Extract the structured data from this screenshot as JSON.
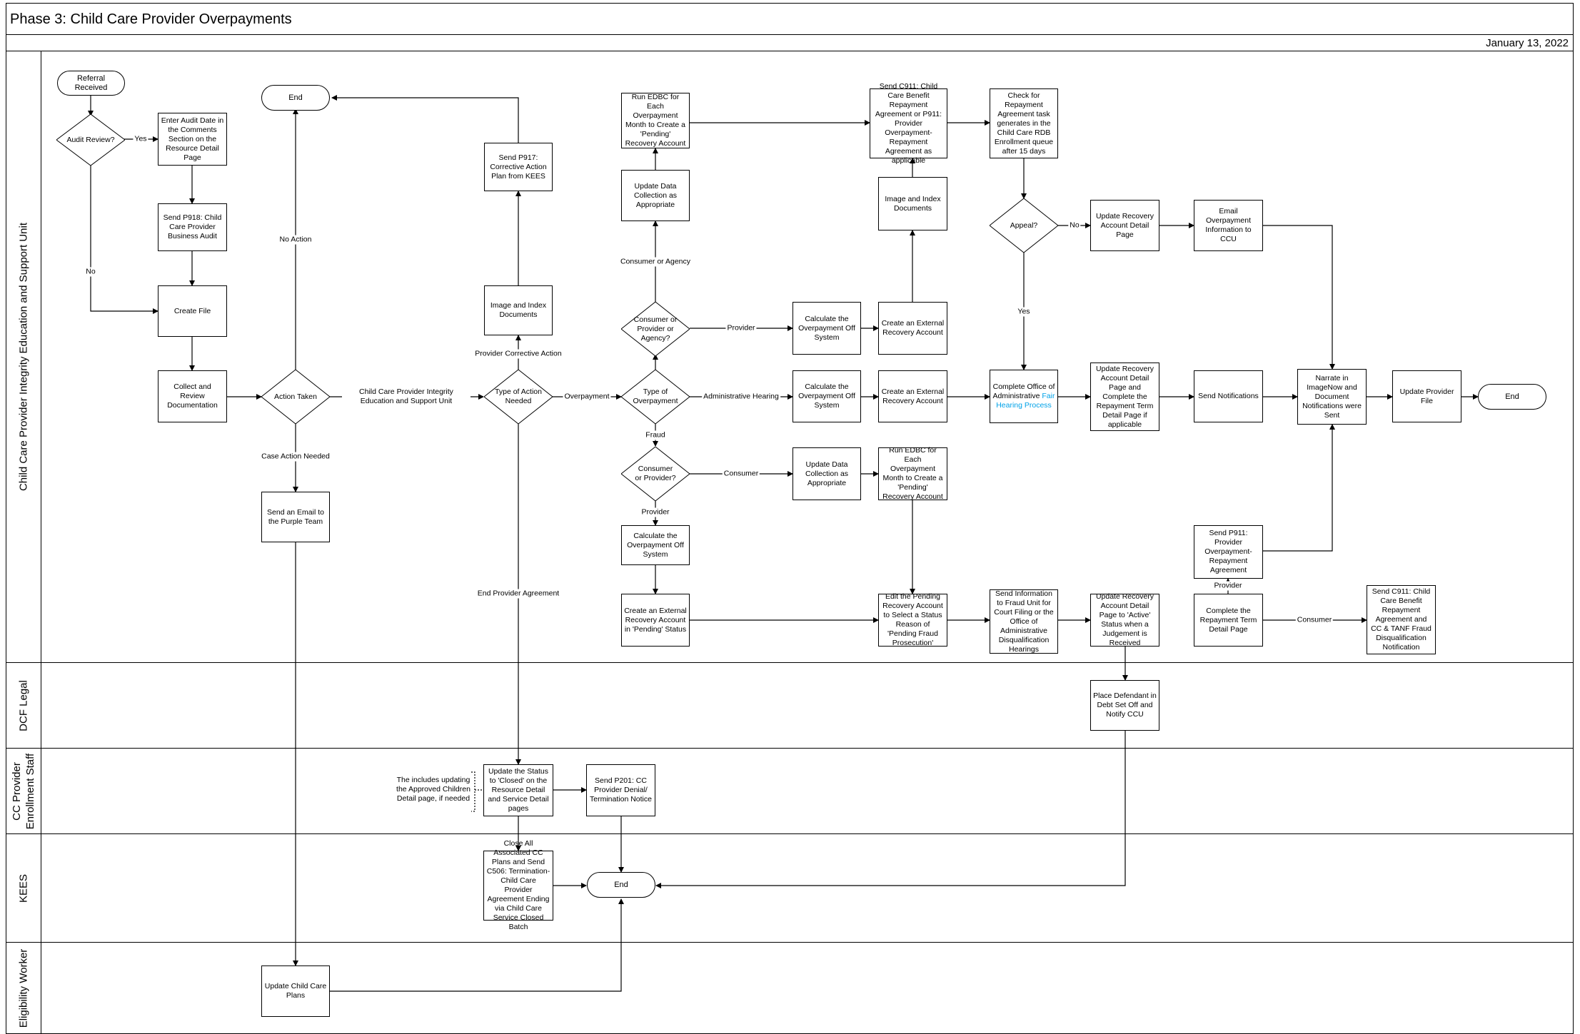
{
  "title": "Phase 3: Child Care Provider Overpayments",
  "date": "January 13, 2022",
  "lanes": {
    "l1": "Child Care Provider Integrity Education and Support Unit",
    "l2": "DCF Legal",
    "l3a": "CC Provider",
    "l3b": "Enrollment Staff",
    "l4": "KEES",
    "l5": "Eligibility Worker"
  },
  "nodes": {
    "referral": "Referral Received",
    "audit_review": "Audit Review?",
    "enter_audit": "Enter Audit Date in the Comments Section on the Resource Detail Page",
    "send_p918": "Send P918: Child Care Provider Business Audit",
    "create_file": "Create File",
    "collect_review": "Collect and Review Documentation",
    "end_top": "End",
    "action_taken": "Action Taken",
    "send_email_purple": "Send an Email to the Purple Team",
    "type_action": "Type of  Action Needed",
    "image_index_1": "Image and Index Documents",
    "send_p917": "Send P917: Corrective Action Plan from KEES",
    "type_overpayment": "Type of Overpayment",
    "consumer_provider_agency": "Consumer or Provider or Agency?",
    "update_dc_1": "Update Data Collection as Appropriate",
    "run_edbc_1": "Run EDBC for Each Overpayment Month to Create a 'Pending' Recovery Account",
    "consumer_or_provider": "Consumer or Provider?",
    "calc_off_3": "Calculate the Overpayment Off System",
    "create_ext_pending": "Create an External Recovery Account in 'Pending' Status",
    "calc_off_1": "Calculate the Overpayment Off System",
    "calc_off_2": "Calculate the Overpayment Off System",
    "update_dc_2": "Update Data Collection as Appropriate",
    "create_ext_1": "Create an External Recovery Account",
    "create_ext_2": "Create an External Recovery Account",
    "image_index_2": "Image and Index Documents",
    "send_c911_top": "Send C911: Child Care Benefit Repayment Agreement or P911: Provider Overpayment-Repayment Agreement as applicable",
    "run_edbc_2": "Run EDBC for Each Overpayment Month to Create a 'Pending' Recovery Account",
    "edit_pending": "Edit the Pending Recovery Account to Select a Status Reason of 'Pending Fraud Prosecution'",
    "check_repayment": "Check for Repayment Agreement task generates in the Child Care RDB Enrollment queue after 15 days",
    "appeal": "Appeal?",
    "oah_text": "Complete Office of Administrative",
    "oah_link": "Fair Hearing Process",
    "send_info_fraud": "Send Information to Fraud Unit for Court Filing or the Office of Administrative Disqualification Hearings",
    "update_rad_1": "Update Recovery Account Detail Page",
    "update_rad_2": "Update Recovery Account Detail Page and Complete the Repayment Term Detail Page if applicable",
    "update_rad_3": "Update Recovery Account Detail Page to 'Active' Status when  a Judgement is Received",
    "email_ccu": "Email Overpayment Information to CCU",
    "send_notifications": "Send Notifications",
    "send_p911": "Send P911: Provider Overpayment-Repayment Agreement",
    "complete_rt": "Complete the Repayment Term Detail Page",
    "narrate": "Narrate in ImageNow  and Document Notifications were Sent",
    "send_c911_bottom": "Send C911: Child Care Benefit Repayment Agreement and CC & TANF Fraud Disqualification Notification",
    "update_provider": "Update Provider File",
    "end_right": "End",
    "place_defendant": "Place Defendant in Debt Set Off and Notify CCU",
    "update_status_closed": "Update the Status to 'Closed' on the Resource Detail and Service Detail pages",
    "send_p201": "Send P201: CC Provider Denial/ Termination Notice",
    "close_plans": "Close All Associated CC Plans and Send C506: Termination-Child Care Provider Agreement Ending via Child Care Service Closed Batch",
    "end_kees": "End",
    "update_cc_plans": "Update Child Care Plans"
  },
  "annotation": "The includes updating the Approved Children Detail page, if needed",
  "edge_labels": {
    "yes_audit": "Yes",
    "no_audit": "No",
    "no_action": "No Action",
    "case_action": "Case Action Needed",
    "ccpieu": "Child Care Provider Integrity Education and Support Unit",
    "provider_ca": "Provider Corrective Action",
    "end_provider_agreement": "End Provider Agreement",
    "overpayment": "Overpayment",
    "consumer_agency": "Consumer or Agency",
    "provider_1": "Provider",
    "admin_hearing": "Administrative Hearing",
    "fraud": "Fraud",
    "consumer_1": "Consumer",
    "provider_2": "Provider",
    "no_appeal": "No",
    "yes_appeal": "Yes",
    "provider_3": "Provider",
    "consumer_2": "Consumer"
  }
}
